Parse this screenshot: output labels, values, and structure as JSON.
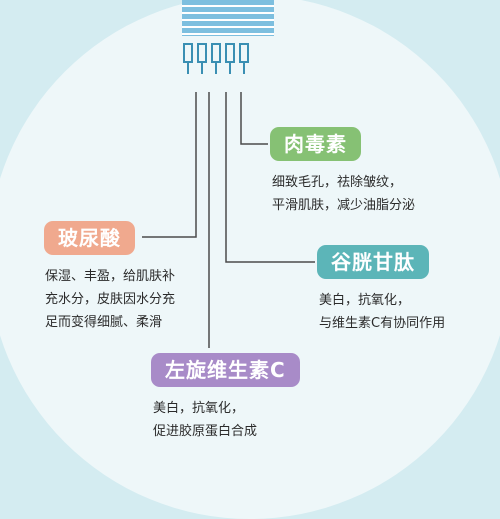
{
  "colors": {
    "background": "#d4ecf1",
    "circle": "#eef7f9",
    "line": "#4c4c4c",
    "needle": "#3a8fb3",
    "cartridge": "#5aa8d0"
  },
  "icons": {
    "device": "injector-needles-icon"
  },
  "ingredients": [
    {
      "name": "肉毒素",
      "color": "#86c174",
      "description": [
        "细致毛孔，祛除皱纹，",
        "平滑肌肤，减少油脂分泌"
      ]
    },
    {
      "name": "玻尿酸",
      "color": "#f0a98e",
      "description": [
        "保湿、丰盈，给肌肤补",
        "充水分，皮肤因水分充",
        "足而变得细腻、柔滑"
      ]
    },
    {
      "name": "谷胱甘肽",
      "color": "#5cb5b8",
      "description": [
        "美白，抗氧化，",
        "与维生素C有协同作用"
      ]
    },
    {
      "name": "左旋维生素C",
      "color": "#a88bc8",
      "description": [
        "美白，抗氧化，",
        "促进胶原蛋白合成"
      ]
    }
  ]
}
